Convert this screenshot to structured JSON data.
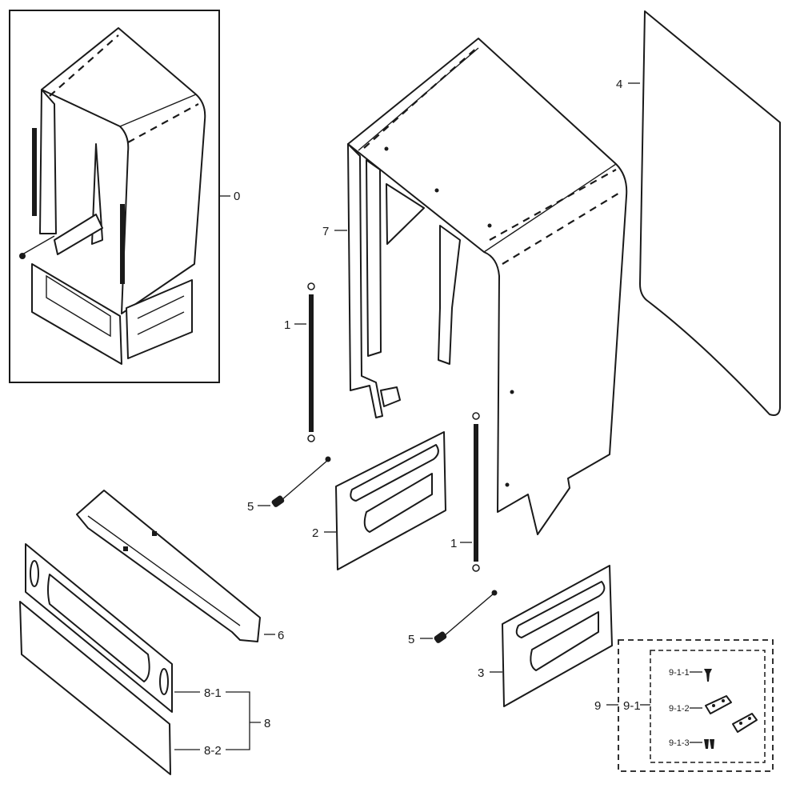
{
  "diagram": {
    "callouts": {
      "assembly": "0",
      "spring_left": "1",
      "spring_right": "1",
      "hinge_plate_left": "2",
      "hinge_plate_right": "3",
      "side_panel": "4",
      "cable_left": "5",
      "cable_right": "5",
      "kick_bracket": "6",
      "tub_frame": "7",
      "toe_kick": "8",
      "toe_kick_panel": "8-1",
      "toe_kick_gasket": "8-2",
      "hardware_kit": "9",
      "hardware_subkit": "9-1",
      "screw": "9-1-1",
      "bracket": "9-1-2",
      "clip": "9-1-3"
    }
  }
}
